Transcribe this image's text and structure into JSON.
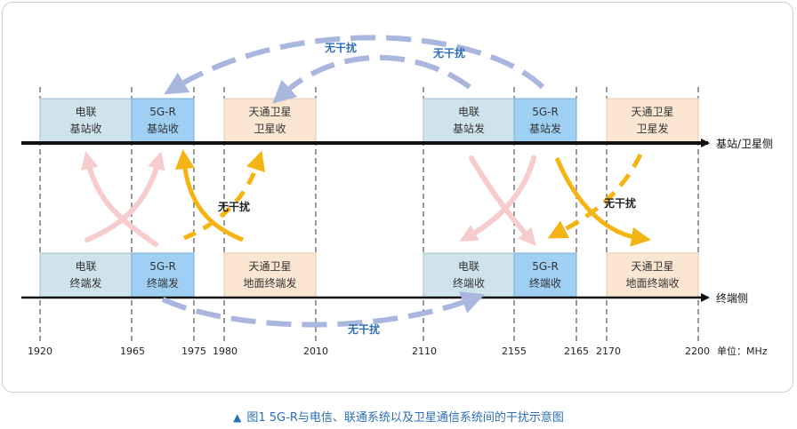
{
  "boxes": {
    "top": [
      {
        "line1": "电联",
        "line2": "基站收"
      },
      {
        "line1": "5G-R",
        "line2": "基站收"
      },
      {
        "line1": "天通卫星",
        "line2": "卫星收"
      },
      {
        "line1": "电联",
        "line2": "基站发"
      },
      {
        "line1": "5G-R",
        "line2": "基站发"
      },
      {
        "line1": "天通卫星",
        "line2": "卫星发"
      }
    ],
    "bottom": [
      {
        "line1": "电联",
        "line2": "终端发"
      },
      {
        "line1": "5G-R",
        "line2": "终端发"
      },
      {
        "line1": "天通卫星",
        "line2": "地面终端发"
      },
      {
        "line1": "电联",
        "line2": "终端收"
      },
      {
        "line1": "5G-R",
        "line2": "终端收"
      },
      {
        "line1": "天通卫星",
        "line2": "地面终端收"
      }
    ]
  },
  "axis_labels": {
    "top": "基站/卫星侧",
    "bottom": "终端侧"
  },
  "frequencies": [
    "1920",
    "1965",
    "1975",
    "1980",
    "2010",
    "2110",
    "2155",
    "2165",
    "2170",
    "2200"
  ],
  "unit": "单位：MHz",
  "interference_labels": [
    "无干扰",
    "无干扰",
    "无干扰",
    "无干扰",
    "无干扰"
  ],
  "caption": "图1  5G-R与电信、联通系统以及卫星通信系统间的干扰示意图",
  "caption_marker": "▲",
  "colors": {
    "unicom_box": "#cfe3ec",
    "gsmr_box": "#9fd0f4",
    "satellite_box": "#fbe6d2",
    "blue_arrow": "#a9b7df",
    "pink_arrow": "#f7cccc",
    "yellow_arrow": "#f4b414",
    "label_blue": "#2b6fb6",
    "axis": "#111111"
  }
}
